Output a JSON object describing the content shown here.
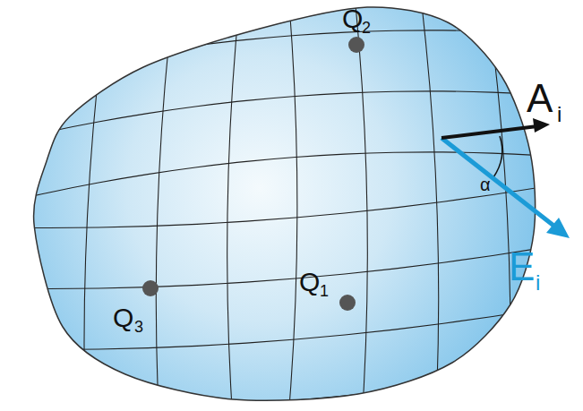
{
  "diagram": {
    "labels": [
      "Q",
      "2",
      "Q",
      "1",
      "Q",
      "3",
      "A",
      "i",
      "E",
      "i",
      "α"
    ]
  }
}
